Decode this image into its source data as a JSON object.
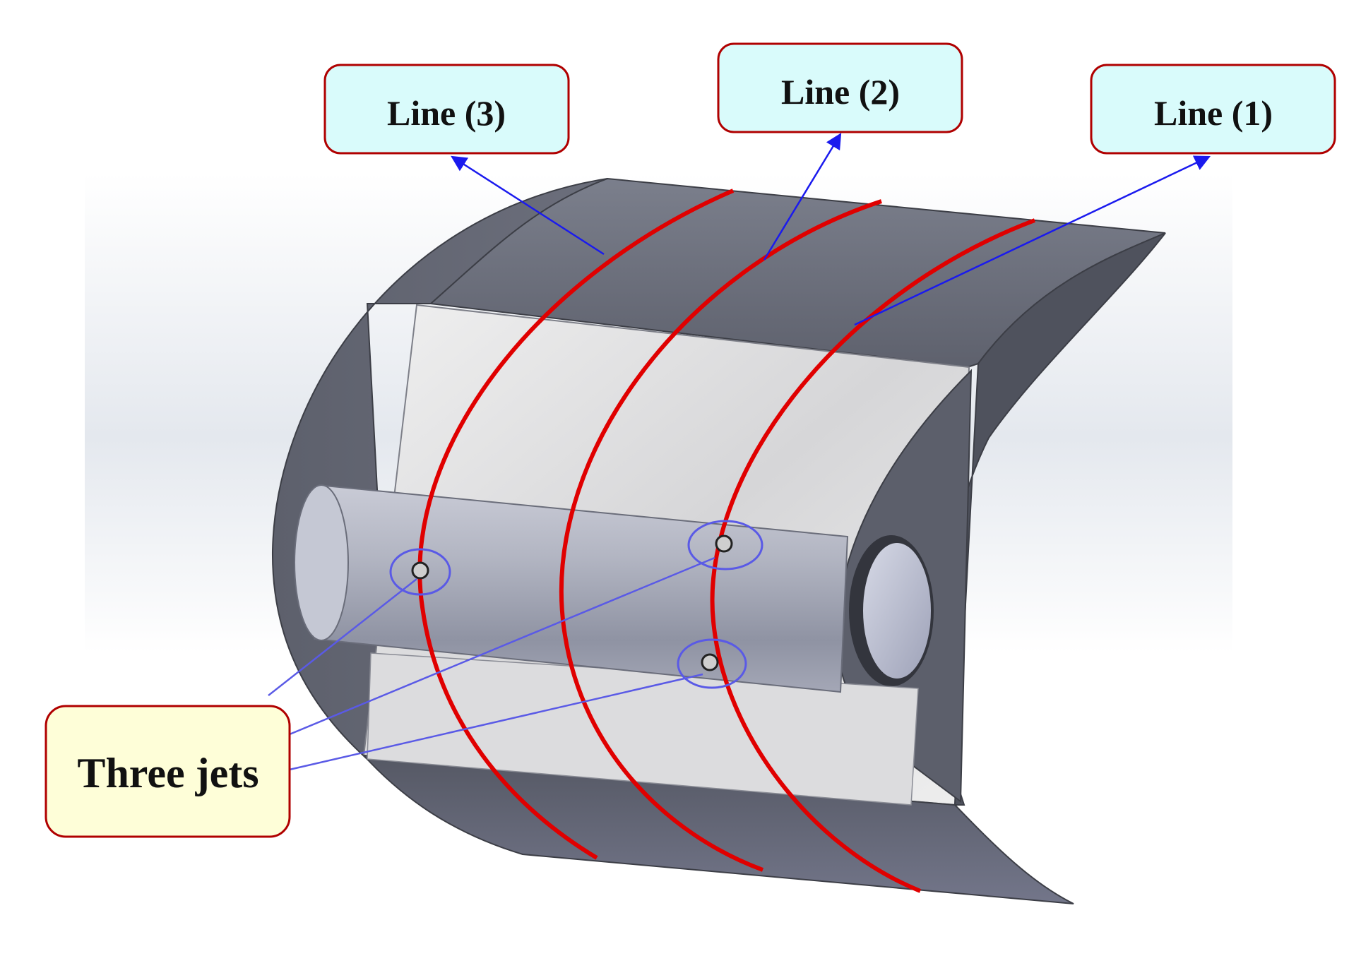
{
  "labels": {
    "line3": "Line (3)",
    "line2": "Line (2)",
    "line1": "Line (1)",
    "jets": "Three jets"
  },
  "colors": {
    "line_callout_fill": "#d9fbfb",
    "jets_callout_fill": "#fefed8",
    "callout_border": "#b00000",
    "measurement_line": "#e00000",
    "leader_line": "#1a1aee",
    "jet_leader": "#5a5ae6",
    "surface_dark": "#6e717e",
    "surface_light": "#e2e2e2"
  }
}
